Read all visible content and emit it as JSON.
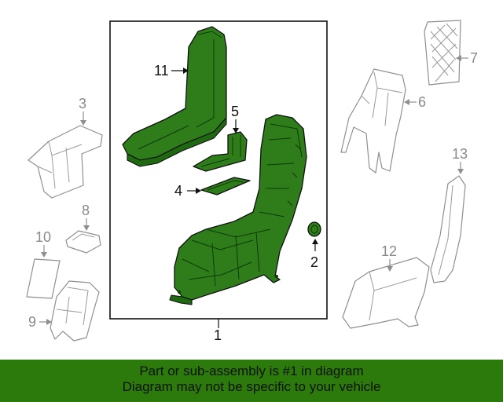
{
  "diagram": {
    "callouts": {
      "c1": "1",
      "c2": "2",
      "c3": "3",
      "c4": "4",
      "c5": "5",
      "c6": "6",
      "c7": "7",
      "c8": "8",
      "c9": "9",
      "c10": "10",
      "c11": "11",
      "c12": "12",
      "c13": "13"
    },
    "colors": {
      "highlight_fill": "#2e7d1a",
      "outline": "#111111",
      "inactive_outline": "#8f8f8f",
      "banner": "#2b7a0b"
    }
  },
  "footer": {
    "line1": "Part or sub-assembly is #1 in diagram",
    "line2": "Diagram may not be specific to your vehicle"
  }
}
